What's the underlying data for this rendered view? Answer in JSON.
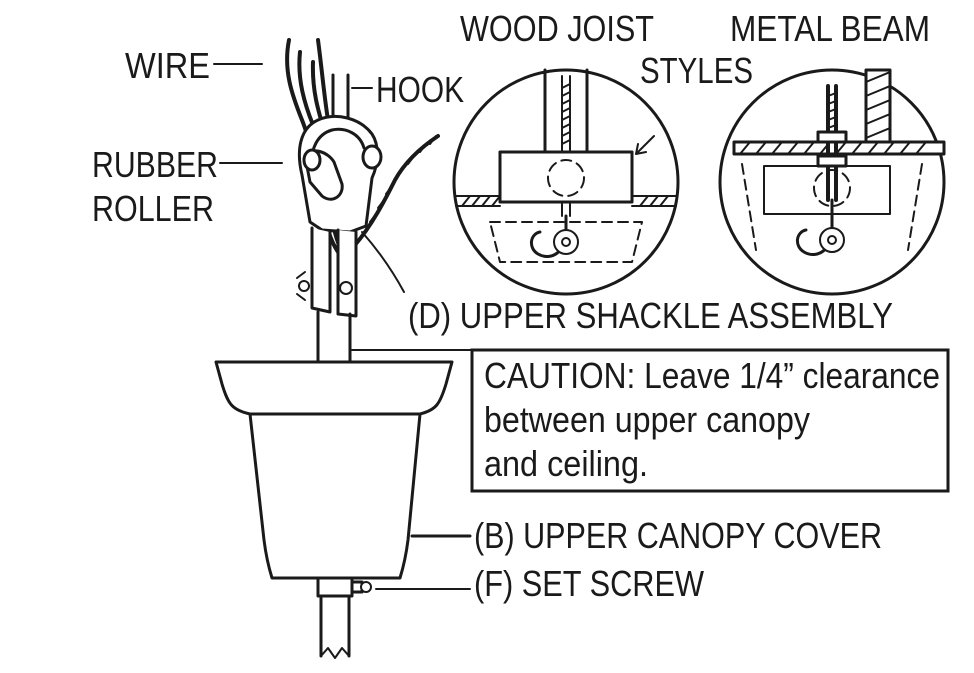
{
  "labels": {
    "wire": "WIRE",
    "hook": "HOOK",
    "rubber_roller_line1": "RUBBER",
    "rubber_roller_line2": "ROLLER",
    "wood_joist": "WOOD JOIST",
    "metal_beam": "METAL BEAM",
    "styles": "STYLES",
    "upper_shackle_assembly": "(D) UPPER SHACKLE ASSEMBLY",
    "upper_canopy_cover": "(B) UPPER CANOPY COVER",
    "set_screw": "(F) SET SCREW"
  },
  "caution": {
    "line1": "CAUTION: Leave 1/4” clearance",
    "line2": "between upper canopy",
    "line3": "and ceiling."
  },
  "colors": {
    "ink": "#1a1a1a",
    "background": "#ffffff"
  },
  "icons": {
    "hanger": "shackle-assembly-drawing",
    "canopy": "canopy-cover-drawing",
    "wood_detail": "wood-joist-detail-drawing",
    "metal_detail": "metal-beam-detail-drawing"
  }
}
